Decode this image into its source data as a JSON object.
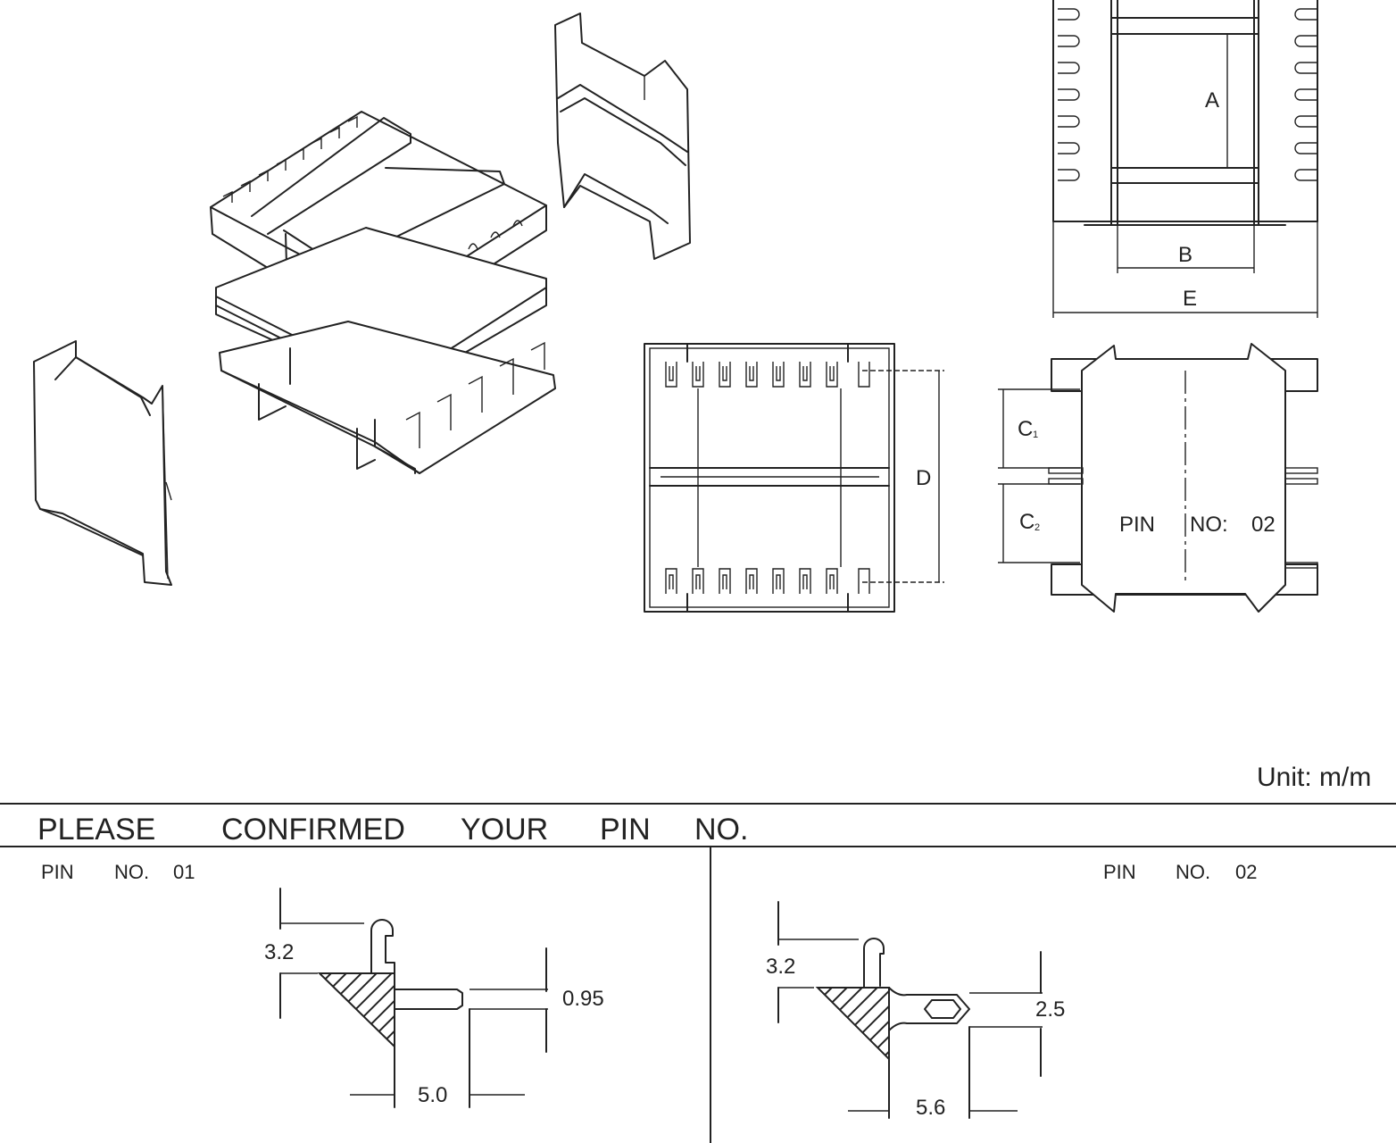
{
  "unit_label": "Unit: m/m",
  "header": {
    "words": [
      "PLEASE",
      "CONFIRMED",
      "YOUR",
      "PIN",
      "NO."
    ]
  },
  "top_view": {
    "dim_a": "A",
    "dim_b": "B",
    "dim_e": "E"
  },
  "side_view": {
    "dim_d": "D"
  },
  "end_view": {
    "dim_c1": "C",
    "dim_c1_sub": "1",
    "dim_c2": "C",
    "dim_c2_sub": "2",
    "pin_label": "PIN",
    "pin_no_label": "NO:",
    "pin_no_value": "02"
  },
  "pin01": {
    "pin_label": "PIN",
    "no_label": "NO.",
    "no_value": "01",
    "dim_height": "3.2",
    "dim_thickness": "0.95",
    "dim_length": "5.0"
  },
  "pin02": {
    "pin_label": "PIN",
    "no_label": "NO.",
    "no_value": "02",
    "dim_height": "3.2",
    "dim_width": "2.5",
    "dim_length": "5.6"
  }
}
